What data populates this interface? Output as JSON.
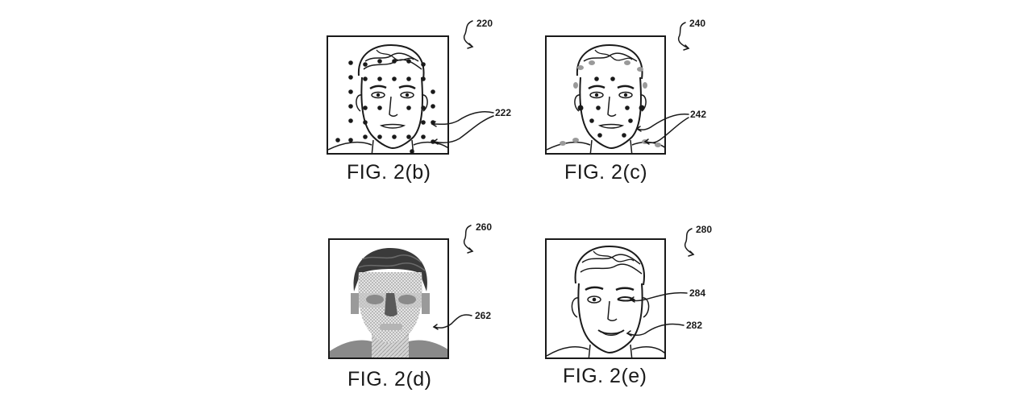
{
  "figures": {
    "b": {
      "caption": "FIG. 2(b)",
      "ref_main": "220",
      "ref_callout": "222"
    },
    "c": {
      "caption": "FIG. 2(c)",
      "ref_main": "240",
      "ref_callout": "242"
    },
    "d": {
      "caption": "FIG. 2(d)",
      "ref_main": "260",
      "ref_callout": "262"
    },
    "e": {
      "caption": "FIG. 2(e)",
      "ref_main": "280",
      "ref_callout_eye": "284",
      "ref_callout_mouth": "282"
    }
  },
  "colors": {
    "ink": "#1a1a1a",
    "grey_mark": "#9a9a9a",
    "dark_hair": "#3a3a3a",
    "mid_fill": "#8a8a8a",
    "light_fill": "#d8d8d8"
  }
}
